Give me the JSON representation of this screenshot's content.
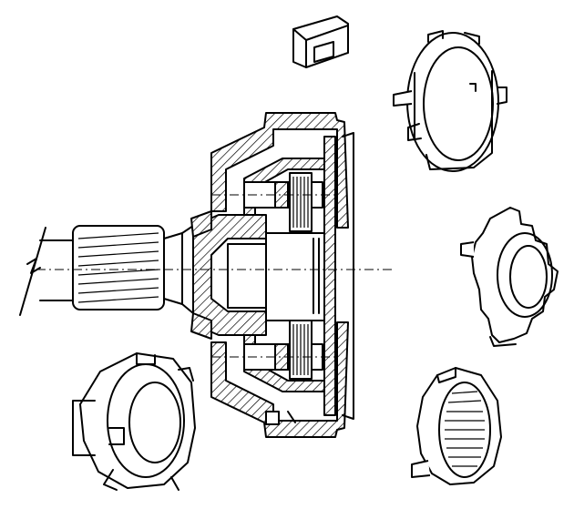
{
  "figure": {
    "colors": {
      "line": "#000000",
      "background": "#ffffff"
    },
    "parts": [
      {
        "name": "key-block"
      },
      {
        "name": "snap-ring-large"
      },
      {
        "name": "thrust-washer-tabbed"
      },
      {
        "name": "planetary-carrier-section"
      },
      {
        "name": "output-shaft-splined"
      },
      {
        "name": "sun-gear-shell"
      },
      {
        "name": "internal-ring-gear"
      }
    ]
  }
}
